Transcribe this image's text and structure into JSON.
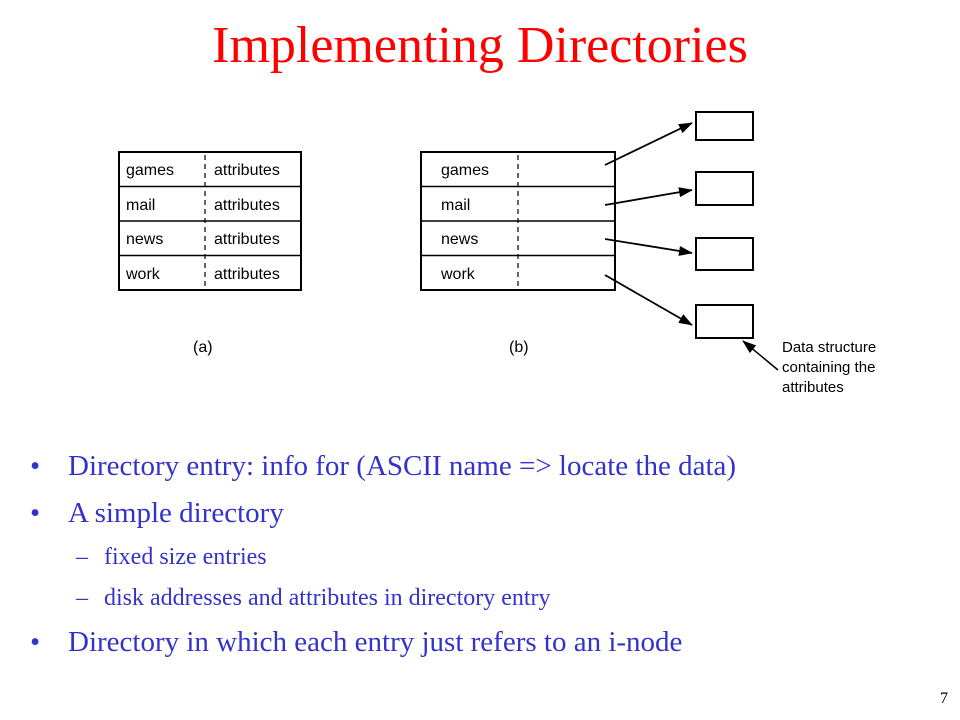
{
  "slide": {
    "title": "Implementing Directories",
    "page_number": "7"
  },
  "diagram": {
    "table_a": {
      "label": "(a)",
      "rows": [
        {
          "name": "games",
          "attr": "attributes"
        },
        {
          "name": "mail",
          "attr": "attributes"
        },
        {
          "name": "news",
          "attr": "attributes"
        },
        {
          "name": "work",
          "attr": "attributes"
        }
      ]
    },
    "table_b": {
      "label": "(b)",
      "rows": [
        {
          "name": "games"
        },
        {
          "name": "mail"
        },
        {
          "name": "news"
        },
        {
          "name": "work"
        }
      ]
    },
    "callout": {
      "line1": "Data structure",
      "line2": "containing the",
      "line3": "attributes"
    }
  },
  "bullets": {
    "b1": "Directory entry: info for (ASCII name => locate the data)",
    "b2": "A simple directory",
    "b2_sub1": "fixed size entries",
    "b2_sub2": "disk addresses and attributes in directory entry",
    "b3": "Directory in which each entry just refers to an i-node",
    "dot": "•",
    "dash": "–"
  }
}
